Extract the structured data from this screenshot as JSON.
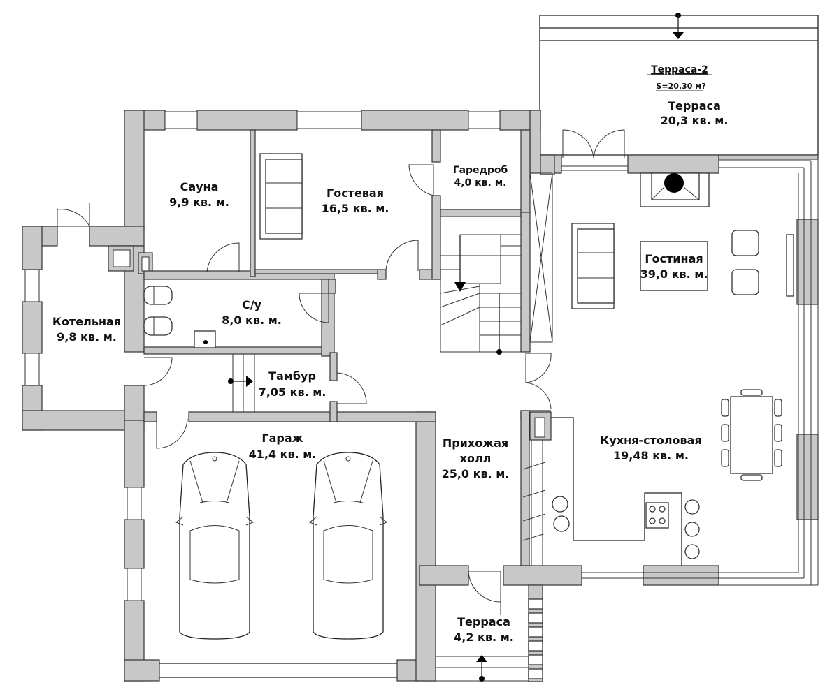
{
  "rooms": {
    "terrace2_title": "Терраса-2",
    "terrace2_area_note": "S=20.30 м?",
    "terrace_top_name": "Терраса",
    "terrace_top_area": "20,3 кв. м.",
    "sauna_name": "Сауна",
    "sauna_area": "9,9 кв. м.",
    "guest_name": "Гостевая",
    "guest_area": "16,5 кв. м.",
    "wardrobe_name": "Гаредроб",
    "wardrobe_area": "4,0 кв. м.",
    "living_name": "Гостиная",
    "living_area": "39,0 кв. м.",
    "boiler_name": "Котельная",
    "boiler_area": "9,8 кв. м.",
    "bath_name": "С/у",
    "bath_area": "8,0 кв. м.",
    "vestibule_name": "Тамбур",
    "vestibule_area": "7,05 кв. м.",
    "garage_name": "Гараж",
    "garage_area": "41,4 кв. м.",
    "hall_name1": "Прихожая",
    "hall_name2": "холл",
    "hall_area": "25,0 кв. м.",
    "kitchen_name": "Кухня-столовая",
    "kitchen_area": "19,48 кв. м.",
    "terrace_bottom_name": "Терраса",
    "terrace_bottom_area": "4,2 кв. м."
  }
}
